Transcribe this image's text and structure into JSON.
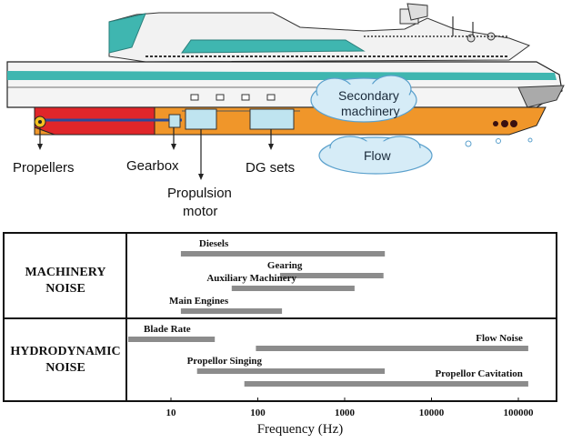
{
  "ship": {
    "labels": {
      "propellers": "Propellers",
      "gearbox": "Gearbox",
      "propulsion_motor_line1": "Propulsion",
      "propulsion_motor_line2": "motor",
      "dg_sets": "DG sets",
      "secondary_machinery_line1": "Secondary",
      "secondary_machinery_line2": "machinery",
      "flow": "Flow"
    },
    "colors": {
      "hull_orange": "#f0962a",
      "hull_white": "#f4f4f4",
      "superstructure_teal": "#3fb6b0",
      "cloud_fill": "#d6ecf7",
      "cloud_stroke": "#5aa0cc",
      "equipment_fill": "#bfe4f0",
      "red_shaft_area": "#e0262a"
    }
  },
  "chart_data": {
    "type": "range-bar",
    "xlabel": "Frequency  (Hz)",
    "x_scale": "log",
    "xlim": [
      3,
      250000
    ],
    "x_ticks": [
      10,
      100,
      1000,
      10000,
      100000
    ],
    "x_tick_labels": [
      "10",
      "100",
      "1000",
      "10000",
      "100000"
    ],
    "bar_color": "#8c8c8c",
    "categories": [
      {
        "name_line1": "MACHINERY",
        "name_line2": "NOISE",
        "sources": [
          {
            "label": "Diesels",
            "min": 13,
            "max": 2900
          },
          {
            "label": "Gearing",
            "min": 180,
            "max": 2800
          },
          {
            "label": "Auxiliary Machinery",
            "min": 50,
            "max": 1300
          },
          {
            "label": "Main Engines",
            "min": 13,
            "max": 190
          }
        ]
      },
      {
        "name_line1": "HYDRODYNAMIC",
        "name_line2": "NOISE",
        "sources": [
          {
            "label": "Blade Rate",
            "min": 3,
            "max": 32
          },
          {
            "label": "Flow Noise",
            "min": 95,
            "max": 130000
          },
          {
            "label": "Propellor Singing",
            "min": 20,
            "max": 2900
          },
          {
            "label": "Propellor Cavitation",
            "min": 70,
            "max": 130000
          }
        ]
      }
    ]
  }
}
